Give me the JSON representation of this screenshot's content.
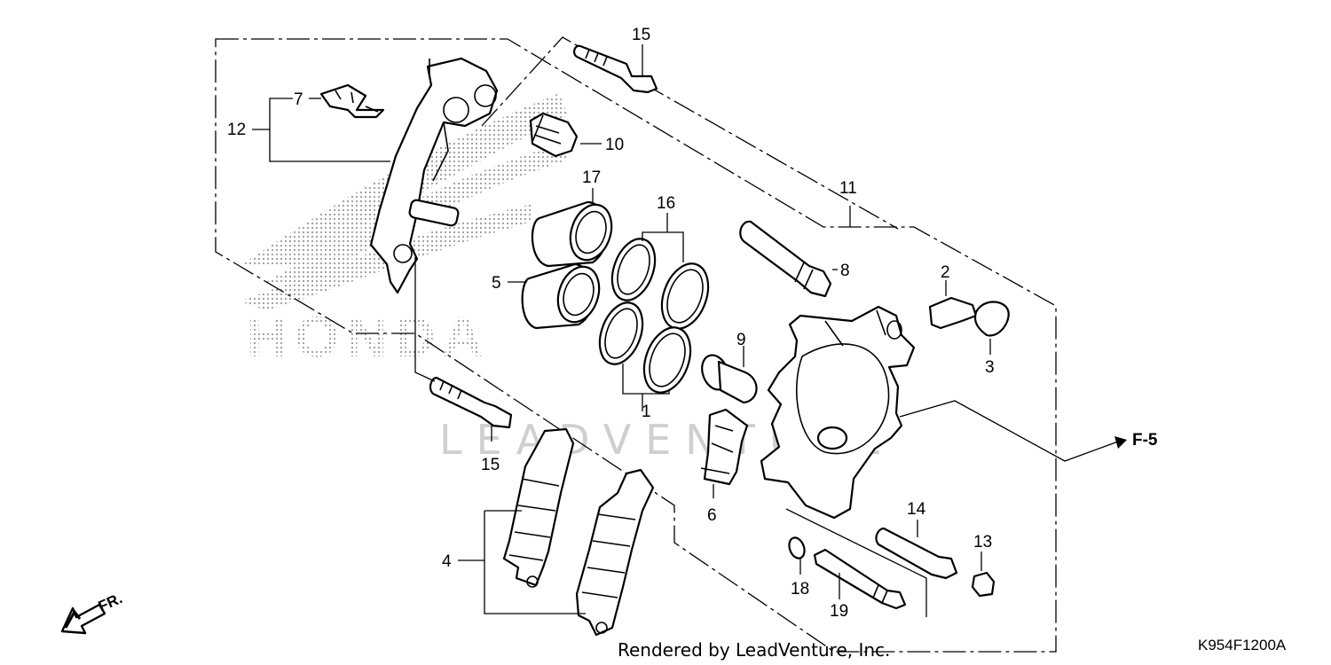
{
  "callouts": {
    "c1": "1",
    "c2": "2",
    "c3": "3",
    "c4": "4",
    "c5": "5",
    "c6": "6",
    "c7": "7",
    "c8": "8",
    "c9": "9",
    "c10": "10",
    "c11": "11",
    "c12": "12",
    "c13": "13",
    "c14": "14",
    "c15a": "15",
    "c15b": "15",
    "c16": "16",
    "c17": "17",
    "c18": "18",
    "c19": "19"
  },
  "direction": {
    "forward": "FR.",
    "reference": "F-5"
  },
  "watermark": {
    "brand": "HONDA",
    "vendor": "LEADVENTURE"
  },
  "footer": {
    "credit": "Rendered by LeadVenture, Inc.",
    "diagram_code": "K954F1200A"
  }
}
